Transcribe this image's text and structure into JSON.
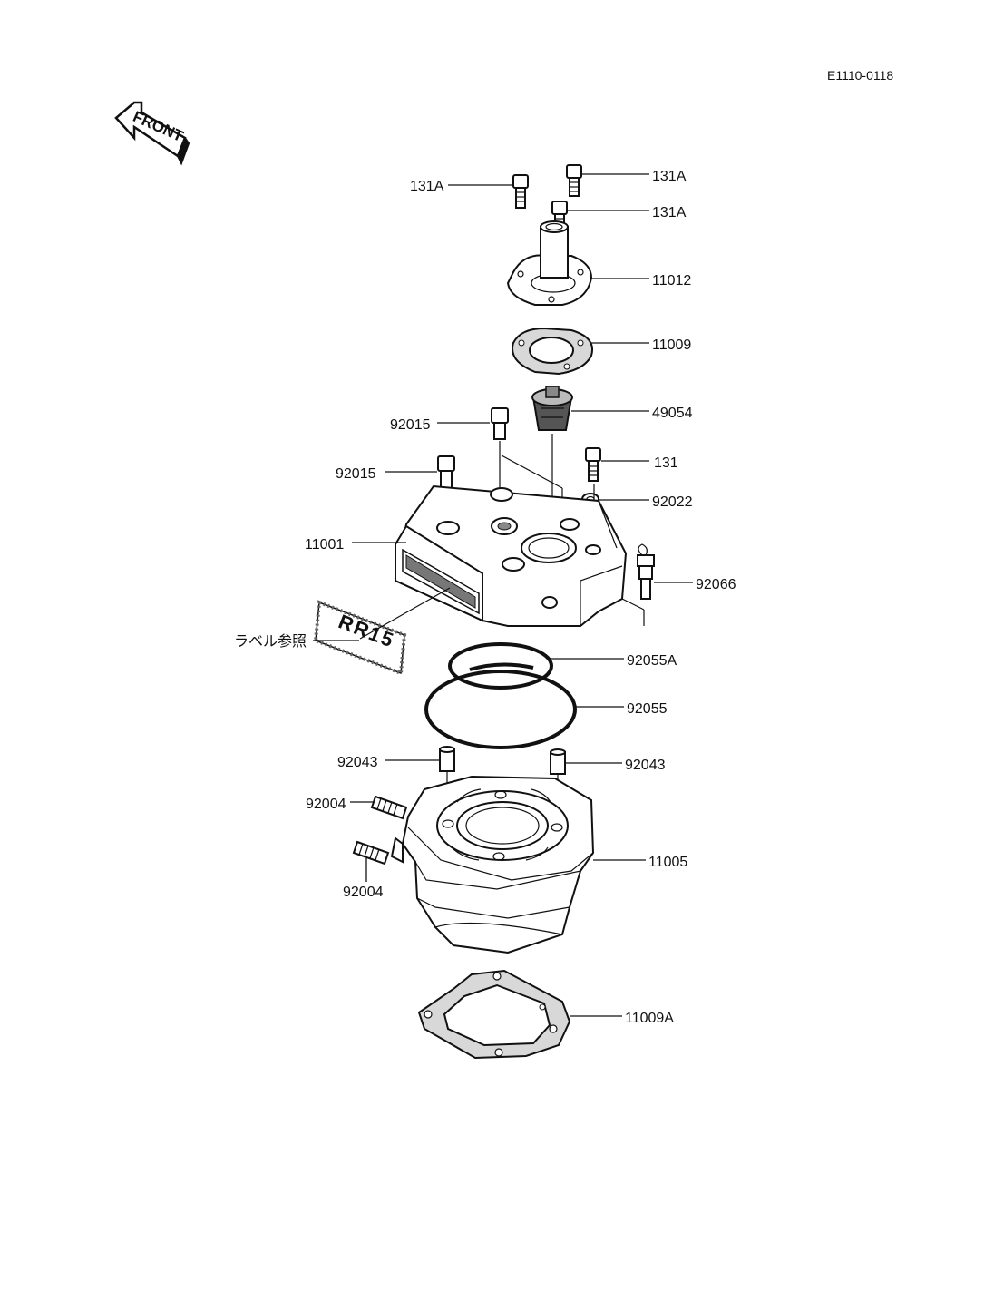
{
  "diagram_code": "E1110-0118",
  "front_label": "FRONT",
  "label_text": "RR15",
  "callouts": [
    {
      "id": "131A-a",
      "text": "131A"
    },
    {
      "id": "131A-b",
      "text": "131A"
    },
    {
      "id": "131A-c",
      "text": "131A"
    },
    {
      "id": "11012",
      "text": "11012"
    },
    {
      "id": "11009",
      "text": "11009"
    },
    {
      "id": "49054",
      "text": "49054"
    },
    {
      "id": "92015-a",
      "text": "92015"
    },
    {
      "id": "92015-b",
      "text": "92015"
    },
    {
      "id": "131",
      "text": "131"
    },
    {
      "id": "92022",
      "text": "92022"
    },
    {
      "id": "11001",
      "text": "11001"
    },
    {
      "id": "92066",
      "text": "92066"
    },
    {
      "id": "label-ref",
      "text": "ラベル参照"
    },
    {
      "id": "92055A",
      "text": "92055A"
    },
    {
      "id": "92055",
      "text": "92055"
    },
    {
      "id": "92043-a",
      "text": "92043"
    },
    {
      "id": "92043-b",
      "text": "92043"
    },
    {
      "id": "92004-a",
      "text": "92004"
    },
    {
      "id": "92004-b",
      "text": "92004"
    },
    {
      "id": "11005",
      "text": "11005"
    },
    {
      "id": "11009A",
      "text": "11009A"
    }
  ]
}
